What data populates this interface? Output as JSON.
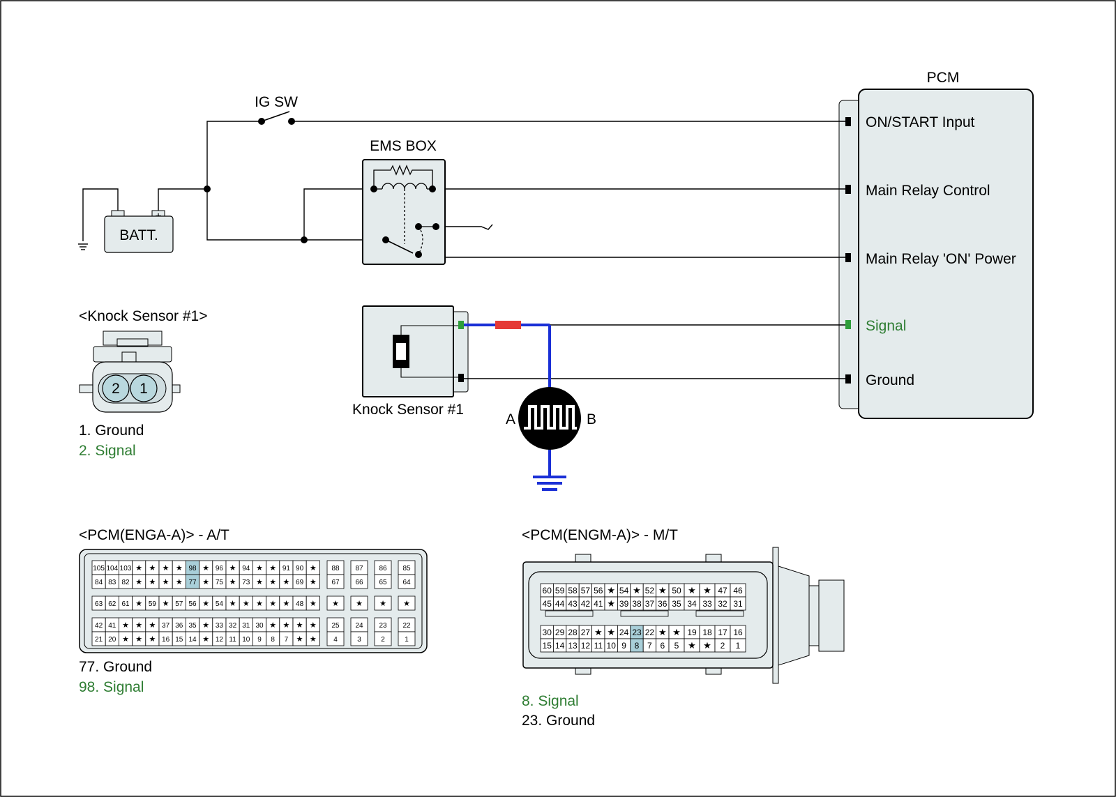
{
  "colors": {
    "wire": "#000000",
    "signal_wire": "#1a2fd6",
    "signal_label": "#2e7d32",
    "ground_connector_accent": "#1a2fd6",
    "marker_red": "#e53935",
    "marker_green": "#2e9e3a",
    "box_fill": "#e4ebec",
    "pin_highlight": "#a9cfd9",
    "sensor_pin_fill": "#b9d8de"
  },
  "pcm": {
    "title": "PCM",
    "terminals": [
      {
        "label": "ON/START Input",
        "signal": false
      },
      {
        "label": "Main Relay Control",
        "signal": false
      },
      {
        "label": "Main Relay 'ON' Power",
        "signal": false
      },
      {
        "label": "Signal",
        "signal": true
      },
      {
        "label": "Ground",
        "signal": false
      }
    ]
  },
  "ig_sw": {
    "label": "IG SW"
  },
  "ems_box": {
    "label": "EMS BOX"
  },
  "battery": {
    "label": "BATT.",
    "neg": "-",
    "pos": "+"
  },
  "knock_sensor": {
    "label": "Knock Sensor #1"
  },
  "scope": {
    "a": "A",
    "b": "B"
  },
  "sensor_connector": {
    "title": "<Knock Sensor #1>",
    "pins": [
      "2",
      "1"
    ],
    "legend": [
      {
        "text": "1. Ground",
        "signal": false
      },
      {
        "text": "2. Signal",
        "signal": true
      }
    ]
  },
  "pcm_at": {
    "title": "<PCM(ENGA-A)> - A/T",
    "rows": [
      [
        "105",
        "104",
        "103",
        "*",
        "*",
        "*",
        "*",
        "98",
        "*",
        "96",
        "*",
        "94",
        "*",
        "*",
        "91",
        "90",
        "*"
      ],
      [
        "84",
        "83",
        "82",
        "*",
        "*",
        "*",
        "*",
        "77",
        "*",
        "75",
        "*",
        "73",
        "*",
        "*",
        "*",
        "69",
        "*"
      ],
      [
        "63",
        "62",
        "61",
        "*",
        "59",
        "*",
        "57",
        "56",
        "*",
        "54",
        "*",
        "*",
        "*",
        "*",
        "*",
        "48",
        "*"
      ],
      [
        "42",
        "41",
        "*",
        "*",
        "*",
        "37",
        "36",
        "35",
        "*",
        "33",
        "32",
        "31",
        "30",
        "*",
        "*",
        "*",
        "*"
      ],
      [
        "21",
        "20",
        "*",
        "*",
        "*",
        "16",
        "15",
        "14",
        "*",
        "12",
        "11",
        "10",
        "9",
        "8",
        "7",
        "*",
        "*"
      ]
    ],
    "side": [
      [
        "88",
        "87",
        "86",
        "85"
      ],
      [
        "67",
        "66",
        "65",
        "64"
      ],
      [
        "*",
        "*",
        "*",
        "*"
      ],
      [
        "25",
        "24",
        "23",
        "22"
      ],
      [
        "4",
        "3",
        "2",
        "1"
      ]
    ],
    "highlight": [
      "98",
      "77"
    ],
    "legend": [
      {
        "text": "77. Ground",
        "signal": false
      },
      {
        "text": "98. Signal",
        "signal": true
      }
    ]
  },
  "pcm_mt": {
    "title": "<PCM(ENGM-A)> - M/T",
    "rows": [
      [
        "60",
        "59",
        "58",
        "57",
        "56",
        "*",
        "54",
        "*",
        "52",
        "*",
        "50",
        "*",
        "*",
        "47",
        "46"
      ],
      [
        "45",
        "44",
        "43",
        "42",
        "41",
        "*",
        "39",
        "38",
        "37",
        "36",
        "35",
        "34",
        "33",
        "32",
        "31"
      ],
      [
        "30",
        "29",
        "28",
        "27",
        "*",
        "*",
        "24",
        "23",
        "22",
        "*",
        "*",
        "19",
        "18",
        "17",
        "16"
      ],
      [
        "15",
        "14",
        "13",
        "12",
        "11",
        "10",
        "9",
        "8",
        "7",
        "6",
        "5",
        "*",
        "*",
        "2",
        "1"
      ]
    ],
    "highlight": [
      "23",
      "8"
    ],
    "legend": [
      {
        "text": "8. Signal",
        "signal": true
      },
      {
        "text": "23. Ground",
        "signal": false
      }
    ]
  }
}
